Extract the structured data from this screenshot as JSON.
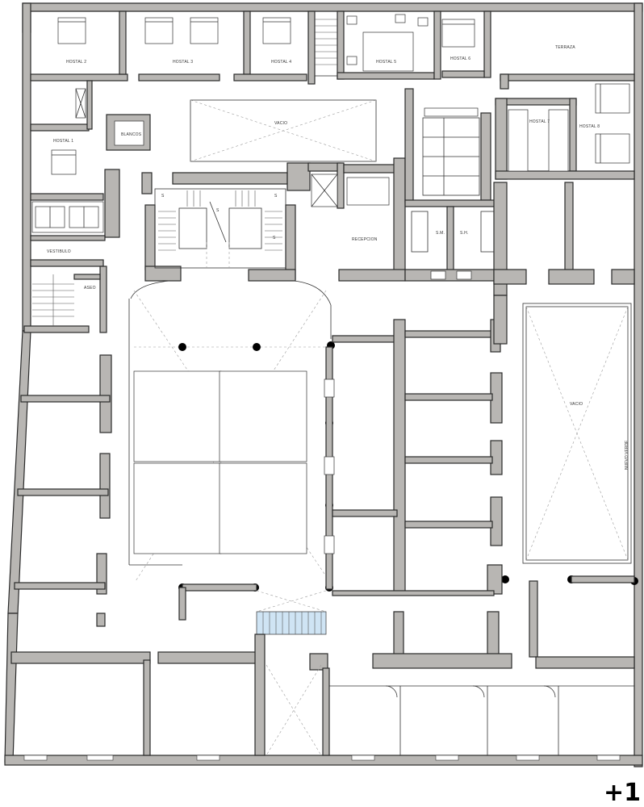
{
  "plan": {
    "level_marker": "+1",
    "rooms": {
      "hostal_2": "HOSTAL 2",
      "hostal_3a": "HOSTAL 3",
      "hostal_4": "HOSTAL 4",
      "hostal_5": "HOSTAL 5",
      "hostal_6": "HOSTAL 6",
      "terraza": "TERRAZA",
      "hostal_1": "HOSTAL 1",
      "blancos": "BLANCOS",
      "vacio_top": "VACIO",
      "hostal_7": "HOSTAL 7",
      "hostal_8": "HOSTAL 8",
      "vestibulo": "VESTIBULO",
      "aseo": "ASEO",
      "recepcion": "RECEPCION",
      "sm": "S.M.",
      "sh": "S.H.",
      "vacio_right": "VACIO",
      "nuevo_verde": "NUEVO VERDE"
    },
    "stair_marks": [
      "S",
      "S",
      "S",
      "S"
    ]
  }
}
